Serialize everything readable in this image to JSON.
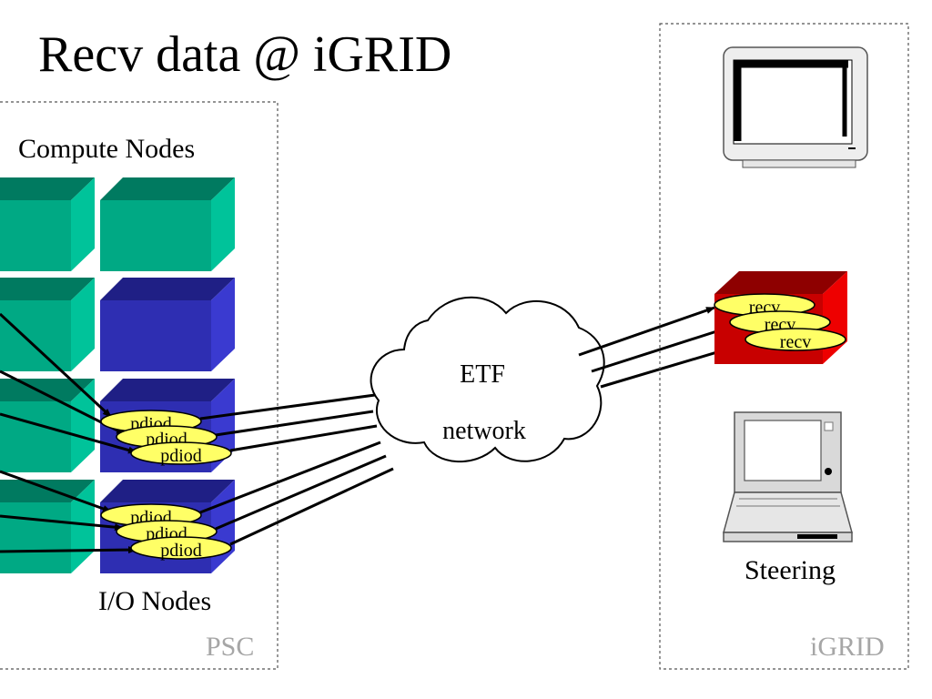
{
  "title": "Recv data @ iGRID",
  "psc": {
    "name": "PSC",
    "compute_label": "Compute Nodes",
    "io_label": "I/O Nodes",
    "pdiod_label": "pdiod"
  },
  "cloud": {
    "line1": "ETF",
    "line2": "network"
  },
  "igrid": {
    "name": "iGRID",
    "recv_label": "recv",
    "steering_label": "Steering"
  },
  "colors": {
    "green_front": "#00a984",
    "green_top": "#007a60",
    "green_side": "#00c39a",
    "blue_front": "#2e2eb2",
    "blue_top": "#1f1f85",
    "blue_side": "#3a3ad0",
    "red_front": "#c80000",
    "red_top": "#8e0000",
    "red_side": "#ee0000",
    "ellipse_fill": "#ffff66",
    "region_label": "#a6a6a6"
  }
}
